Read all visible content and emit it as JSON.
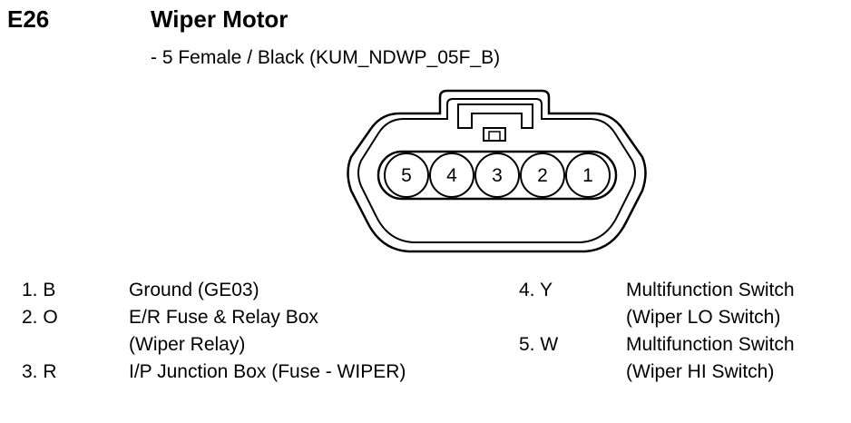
{
  "header": {
    "code": "E26",
    "title": "Wiper Motor",
    "subtitle": "- 5 Female / Black (KUM_NDWP_05F_B)"
  },
  "connector": {
    "pins": [
      "5",
      "4",
      "3",
      "2",
      "1"
    ]
  },
  "pinout_left": [
    {
      "pin": "1. B",
      "lines": [
        "Ground (GE03)"
      ]
    },
    {
      "pin": "2. O",
      "lines": [
        "E/R Fuse & Relay Box",
        "(Wiper Relay)"
      ]
    },
    {
      "pin": "3. R",
      "lines": [
        "I/P Junction Box (Fuse - WIPER)"
      ]
    }
  ],
  "pinout_right": [
    {
      "pin": "4. Y",
      "lines": [
        "Multifunction Switch",
        "(Wiper LO Switch)"
      ]
    },
    {
      "pin": "5. W",
      "lines": [
        "Multifunction Switch",
        "(Wiper HI Switch)"
      ]
    }
  ]
}
